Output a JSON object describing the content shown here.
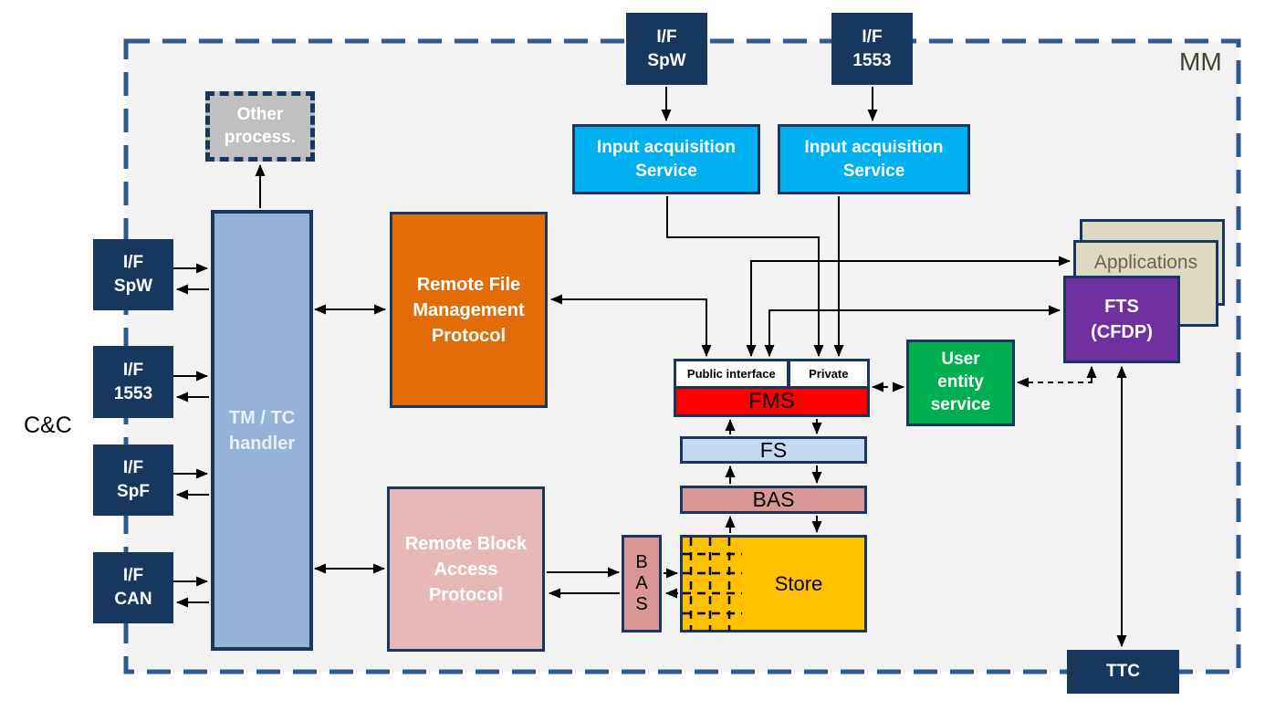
{
  "labels": {
    "mm": "MM",
    "cc": "C&C",
    "other_process": "Other\nprocess.",
    "tmtc_handler": "TM / TC\nhandler",
    "if_spw_left": "I/F\nSpW",
    "if_1553_left": "I/F\n1553",
    "if_spf_left": "I/F\nSpF",
    "if_can_left": "I/F\nCAN",
    "if_spw_top": "I/F\nSpW",
    "if_1553_top": "I/F\n1553",
    "ias_left": "Input acquisition\nService",
    "ias_right": "Input acquisition\nService",
    "rfmp": "Remote File\nManagement\nProtocol",
    "rbap": "Remote Block\nAccess\nProtocol",
    "public_interface": "Public interface",
    "private": "Private",
    "fms": "FMS",
    "fs": "FS",
    "bas": "BAS",
    "bas_vertical": "B\nA\nS",
    "store": "Store",
    "user_entity_service": "User\nentity\nservice",
    "applications": "Applications",
    "fts": "FTS\n(CFDP)",
    "ttc": "TTC"
  },
  "colors": {
    "navy": "#17375E",
    "boundary_blue": "#2E5A8F",
    "tmtc_fill": "#95B3D7",
    "gray_box": "#C0C0C0",
    "orange": "#E36C0A",
    "pink": "#E6B9B8",
    "cyan": "#00B0F0",
    "red": "#FF0000",
    "pale_blue": "#C6D9F1",
    "rose": "#D99694",
    "amber": "#FFC000",
    "green": "#00B050",
    "purple": "#7030A0",
    "tan": "#DDD9C3",
    "inner_background": "#F2F2F2"
  }
}
